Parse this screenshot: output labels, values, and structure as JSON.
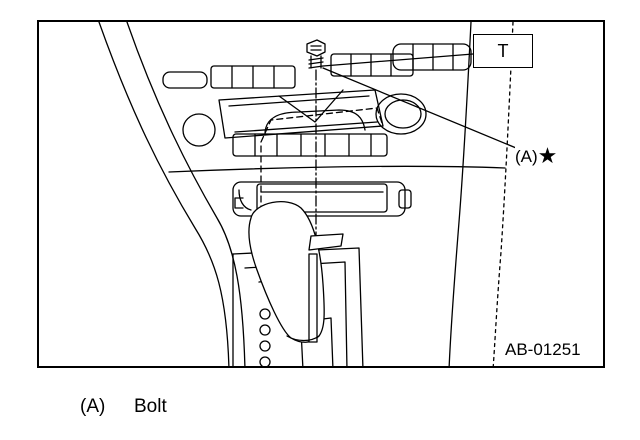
{
  "diagram": {
    "tool_box_label": "T",
    "callout": {
      "label": "(A)",
      "star": "★"
    },
    "figure_code": "AB-01251"
  },
  "legend": {
    "items": [
      {
        "key": "(A)",
        "text": "Bolt"
      }
    ]
  },
  "colors": {
    "line": "#000000",
    "background": "#ffffff"
  }
}
